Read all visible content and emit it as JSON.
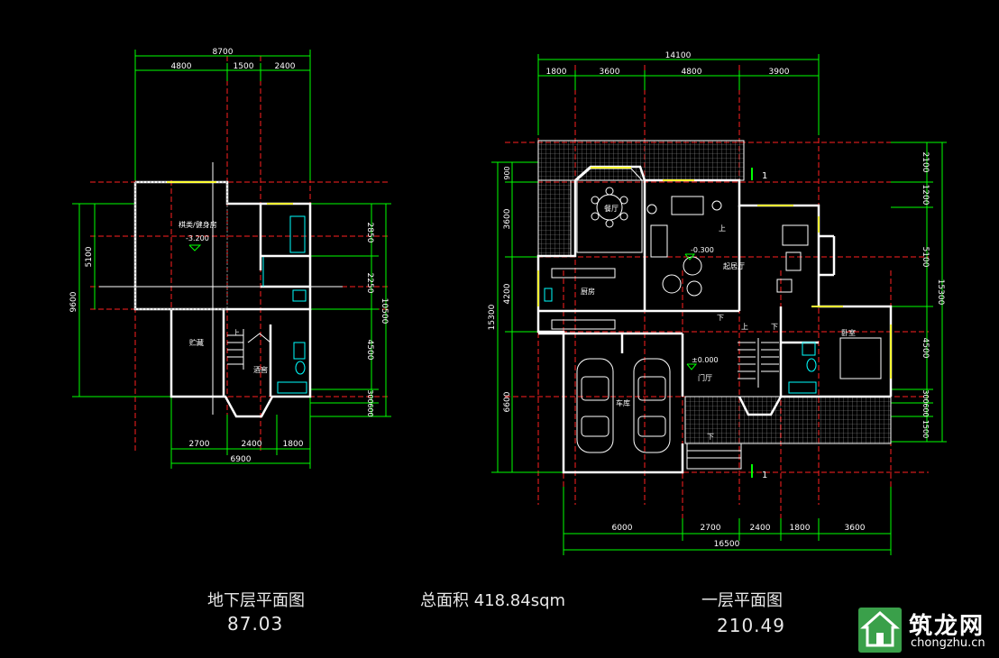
{
  "drawing": {
    "basement": {
      "title": "地下层平面图",
      "area": "87.03",
      "dims_top_total": "8700",
      "dims_top": [
        "4800",
        "1500",
        "2400"
      ],
      "dims_bottom": [
        "2700",
        "2400",
        "1800"
      ],
      "dims_bottom_total": "6900",
      "dims_left_total": "9600",
      "dims_left": [
        "5100"
      ],
      "dims_right": [
        "2850",
        "2250",
        "4500",
        "300",
        "600"
      ],
      "dims_right_total": "10500",
      "rooms": {
        "gym": "棋类/健身房",
        "storage": "贮藏",
        "wine": "酒窖",
        "up": "上"
      },
      "level": "-3.200"
    },
    "ground": {
      "title": "一层平面图",
      "area": "210.49",
      "dims_top_total": "14100",
      "dims_top": [
        "1800",
        "3600",
        "4800",
        "3900"
      ],
      "dims_bottom": [
        "6000",
        "2700",
        "2400",
        "1800",
        "3600"
      ],
      "dims_bottom_total": "16500",
      "dims_left_total": "15300",
      "dims_left": [
        "900",
        "3600",
        "4200",
        "6600"
      ],
      "dims_right": [
        "2100",
        "1200",
        "5100",
        "4500",
        "300",
        "600",
        "1500"
      ],
      "dims_right_total": "15300",
      "rooms": {
        "dining": "餐厅",
        "kitchen": "厨房",
        "living": "起居厅",
        "garage": "车库",
        "foyer": "门厅",
        "bedroom": "卧室"
      },
      "levels": [
        "-0.300",
        "±0.000"
      ],
      "stairs": [
        "上",
        "下",
        "上",
        "下"
      ],
      "down": "下",
      "section_mark": "1"
    },
    "total_area": "总面积  418.84sqm"
  },
  "watermark": {
    "name": "筑龙网",
    "url": "chongzhu.cn"
  },
  "colors": {
    "wall": "#ffffff",
    "dim": "#00ff00",
    "axis": "#ff2020",
    "window": "#ffff33",
    "fixture": "#00ffff",
    "hatch": "#a0a0a0"
  }
}
